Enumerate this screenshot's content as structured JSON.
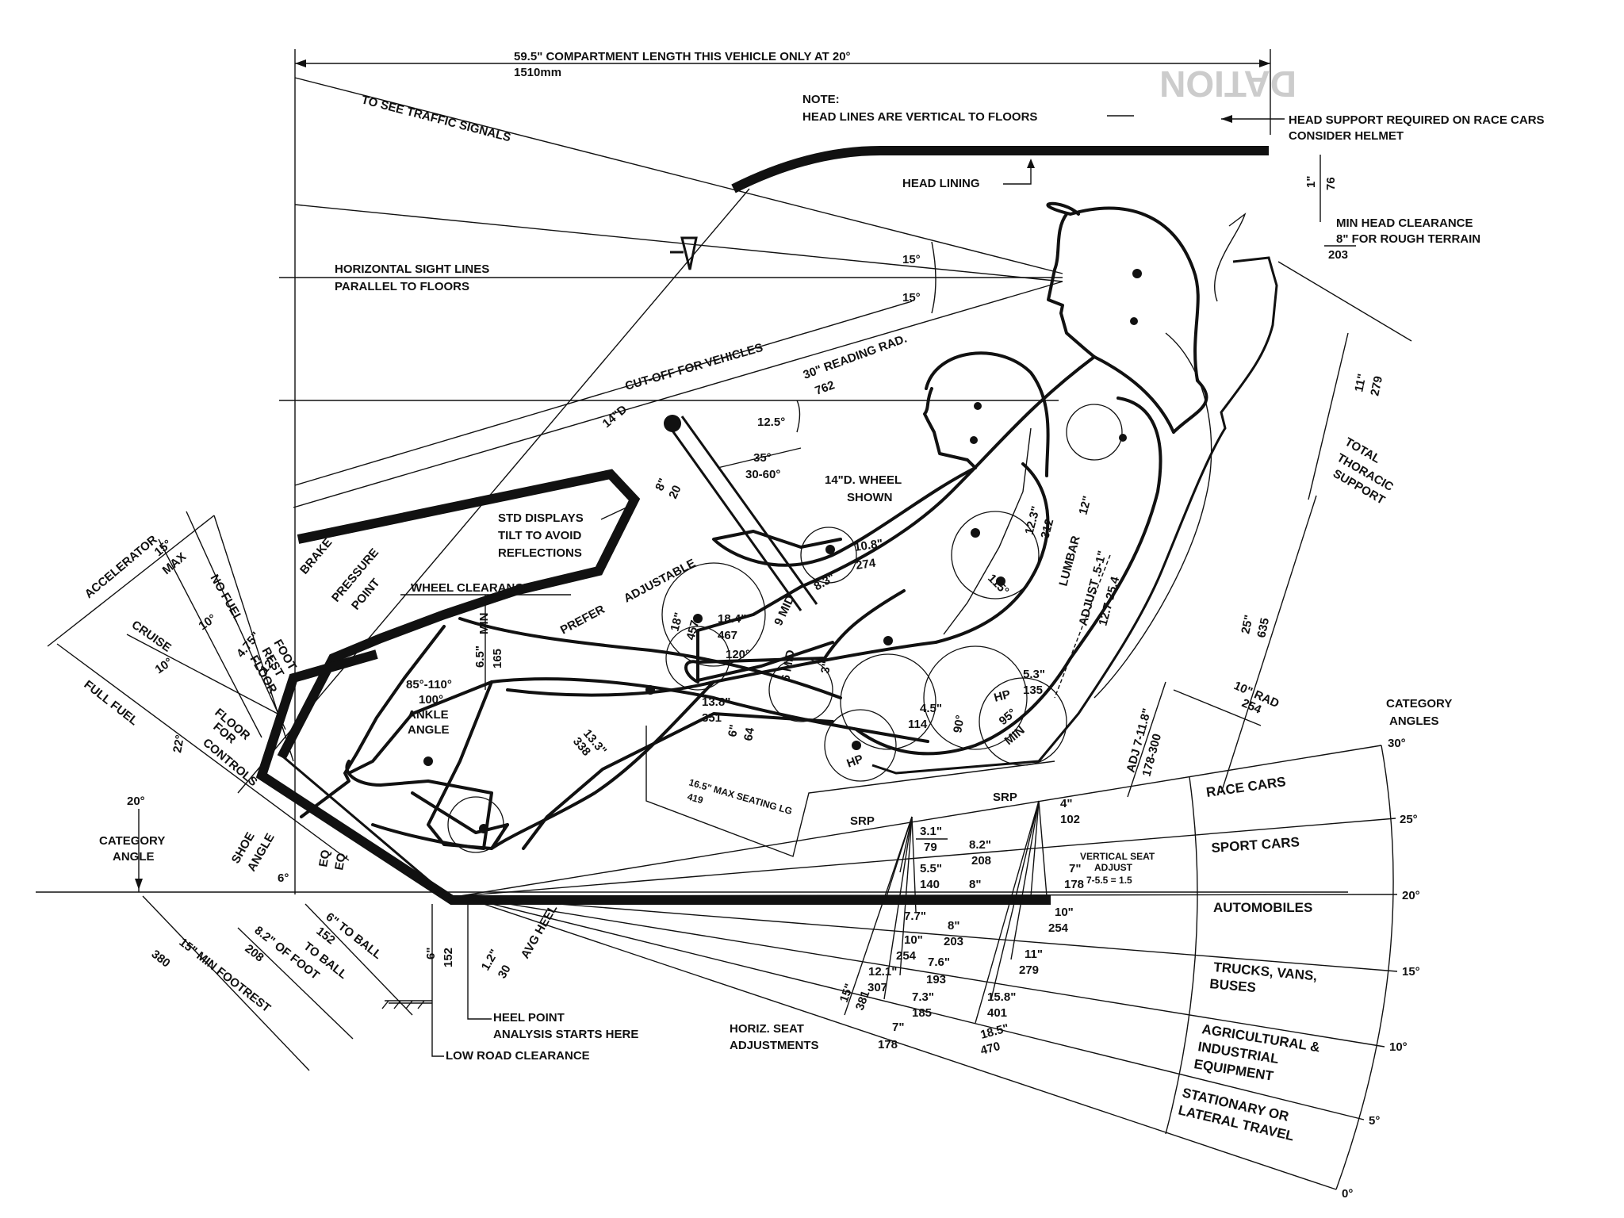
{
  "header": {
    "compartment": "59.5\" COMPARTMENT LENGTH THIS VEHICLE ONLY AT 20°",
    "compartment_mm": "1510mm",
    "note_title": "NOTE:",
    "note_text": "HEAD LINES ARE VERTICAL TO FLOORS",
    "head_support": "HEAD SUPPORT REQUIRED ON RACE CARS",
    "helmet": "CONSIDER HELMET",
    "traffic": "TO SEE TRAFFIC SIGNALS",
    "head_lining": "HEAD LINING",
    "min_head": "MIN HEAD CLEARANCE",
    "rough_terrain": "8\" FOR ROUGH TERRAIN",
    "rough_mm": "203",
    "head_gap": "1\"",
    "head_gap_mm": "76"
  },
  "sight": {
    "horizontal": "HORIZONTAL SIGHT LINES",
    "parallel": "PARALLEL TO FLOORS",
    "angle_up": "15°",
    "angle_down": "15°",
    "cutoff": "CUT-OFF FOR VEHICLES",
    "reading": "30\" READING RAD.",
    "reading_mm": "762",
    "angle_12": "12.5°",
    "wheel_dia": "14\"D",
    "wheel_shown": "14\"D. WHEEL",
    "shown": "SHOWN",
    "wheel_angle": "35°",
    "wheel_range": "30-60°",
    "eight": "8\"",
    "eight_mm": "20"
  },
  "dash": {
    "std_displays": "STD DISPLAYS",
    "tilt": "TILT TO AVOID",
    "reflections": "REFLECTIONS",
    "prefer": "PREFER",
    "adjustable": "ADJUSTABLE",
    "wheel_clearance": "WHEEL CLEARANCE",
    "min": "MIN",
    "clear_val": "6.5\"",
    "clear_mm": "165"
  },
  "pedals": {
    "accelerator": "ACCELERATOR",
    "max_angle": "15°",
    "max": "MAX",
    "no_fuel": "NO FUEL",
    "cruise": "CRUISE",
    "full_fuel": "FULL FUEL",
    "ten_a": "10°",
    "ten_b": "10°",
    "brake": "BRAKE",
    "pressure": "PRESSURE",
    "point": "POINT",
    "d475": "4.75\"",
    "d12": "12\"",
    "foot": "FOOT",
    "rest": "REST",
    "floor_lbl": "FLOOR",
    "floor": "FLOOR",
    "for": "FOR",
    "controls": "CONTROLS",
    "d22": "22°",
    "ankle_range": "85°-110°",
    "ankle_val": "100°",
    "ankle": "ANKLE",
    "angle": "ANGLE",
    "shoe": "SHOE",
    "shoe_angle": "ANGLE",
    "shoe_deg": "6°",
    "eq_a": "EQ",
    "eq_b": "EQ"
  },
  "body_dims": {
    "d108": "10.8\"",
    "d108_mm": "274",
    "d83": "8.3\"",
    "d184": "18.4\"",
    "d184_mm": "467",
    "d18": "18\"",
    "d18_mm": "457",
    "d120": "120°",
    "nine_mid": "9 MID",
    "six_mid": "6 MID",
    "d3": "3\"",
    "d138": "13.8\"",
    "d138_mm": "351",
    "d6": "6\"",
    "d6_mm": "64",
    "d133": "13.3\"",
    "d133_mm": "338",
    "d115": "115°",
    "d123": "12.3\"",
    "d123_mm": "312",
    "d12": "12\"",
    "lumbar": "LUMBAR",
    "lumbar_adjust": "ADJUST .5-1\"",
    "lumbar_mm": "12.7-25.4",
    "d53": "5.3\"",
    "d53_mm": "135",
    "d45": "4.5\"",
    "d45_mm": "114",
    "hp_a": "HP",
    "hp_b": "HP",
    "min_angle": "95°",
    "min": "MIN",
    "d90": "90°",
    "srp_a": "SRP",
    "srp_b": "SRP",
    "max_seating": "16.5\" MAX SEATING LG",
    "max_seating_mm": "419"
  },
  "seat": {
    "d11": "11\"",
    "d11_mm": "279",
    "thoracic1": "TOTAL",
    "thoracic2": "THORACIC",
    "thoracic3": "SUPPORT",
    "d25": "25\"",
    "d25_mm": "635",
    "rad": "10\" RAD",
    "rad_mm": "254",
    "adj": "ADJ 7-11.8\"",
    "adj_mm": "178-300",
    "d4": "4\"",
    "d4_mm": "102",
    "vert1": "VERTICAL SEAT",
    "vert2": "ADJUST",
    "vert3": "7-5.5 = 1.5",
    "d7": "7\"",
    "d7_mm": "178"
  },
  "horiz": {
    "d31": "3.1\"",
    "d31_mm": "79",
    "d82": "8.2\"",
    "d82_mm": "208",
    "d55": "5.5\"",
    "d55_mm": "140",
    "d8a": "8\"",
    "d77": "7.7\"",
    "d8b": "8\"",
    "d8b_mm": "203",
    "d10a": "10\"",
    "d10a_mm": "254",
    "d10b": "10\"",
    "d10b_mm": "254",
    "d11b": "11\"",
    "d11b_mm": "279",
    "d76": "7.6\"",
    "d76_mm": "193",
    "d121": "12.1\"",
    "d121_mm": "307",
    "d73": "7.3\"",
    "d73_mm": "185",
    "d15": "15\"",
    "d15_mm": "381",
    "d158": "15.8\"",
    "d158_mm": "401",
    "d7b": "7\"",
    "d7b_mm": "178",
    "d185": "18.5\"",
    "d185_mm": "470",
    "label1": "HORIZ. SEAT",
    "label2": "ADJUSTMENTS"
  },
  "floor": {
    "cat20": "20°",
    "category": "CATEGORY",
    "angle": "ANGLE",
    "footrest": "15\" MIN FOOTREST",
    "footrest_mm": "380",
    "foot_ball": "8.2\" OF FOOT",
    "foot_ball_mm": "208",
    "to_ball": "TO BALL",
    "to_ball2": "6\" TO BALL",
    "to_ball2_mm": "152",
    "six": "6\"",
    "six_mm": "152",
    "avg_heel": "AVG HEEL",
    "heel_val": "1.2\"",
    "heel_mm": "30",
    "heel_point": "HEEL POINT",
    "analysis": "ANALYSIS STARTS HERE",
    "low_road": "LOW ROAD CLEARANCE"
  },
  "categories": {
    "title1": "CATEGORY",
    "title2": "ANGLES",
    "items": [
      "RACE CARS",
      "SPORT CARS",
      "AUTOMOBILES",
      "TRUCKS, VANS,",
      "BUSES",
      "AGRICULTURAL &",
      "INDUSTRIAL",
      "EQUIPMENT",
      "STATIONARY OR",
      "LATERAL TRAVEL"
    ],
    "degrees": [
      "30°",
      "25°",
      "20°",
      "15°",
      "10°",
      "5°",
      "0°"
    ]
  },
  "watermark": "DATION"
}
